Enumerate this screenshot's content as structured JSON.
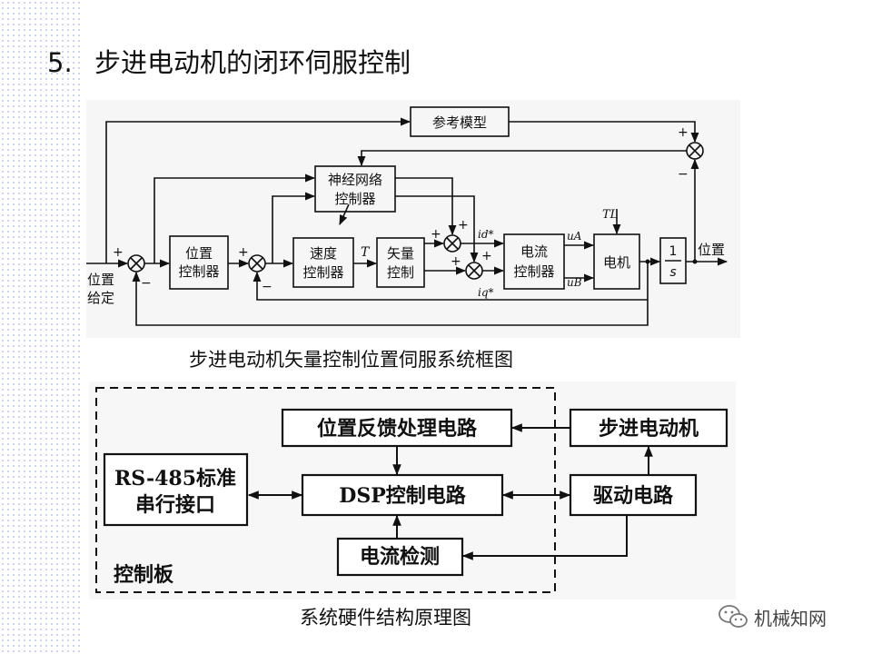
{
  "title": {
    "number": "5.",
    "text": "步进电动机的闭环伺服控制"
  },
  "diagram1": {
    "caption": "步进电动机矢量控制位置伺服系统框图",
    "blocks": {
      "reference_model": "参考模型",
      "nn_controller": [
        "神经网络",
        "控制器"
      ],
      "position_controller": [
        "位置",
        "控制器"
      ],
      "speed_controller": [
        "速度",
        "控制器"
      ],
      "vector_control": [
        "矢量",
        "控制"
      ],
      "current_controller": [
        "电流",
        "控制器"
      ],
      "motor": "电机",
      "integrator": {
        "num": "1",
        "den": "s"
      }
    },
    "signals": {
      "input": [
        "位置",
        "给定"
      ],
      "output": "位置",
      "torque": "T",
      "load": "TL",
      "ua": "uA",
      "ub": "uB",
      "id_ref": "id*",
      "iq_ref": "iq*"
    },
    "signs": {
      "plus": "+",
      "minus": "−"
    }
  },
  "diagram2": {
    "caption": "系统硬件结构原理图",
    "board_label": "控制板",
    "blocks": {
      "feedback": "位置反馈处理电路",
      "motor": "步进电动机",
      "rs485": [
        "RS-485标准",
        "串行接口"
      ],
      "dsp": "DSP控制电路",
      "driver": "驱动电路",
      "current_detect": "电流检测"
    }
  },
  "watermark": "机械知网"
}
